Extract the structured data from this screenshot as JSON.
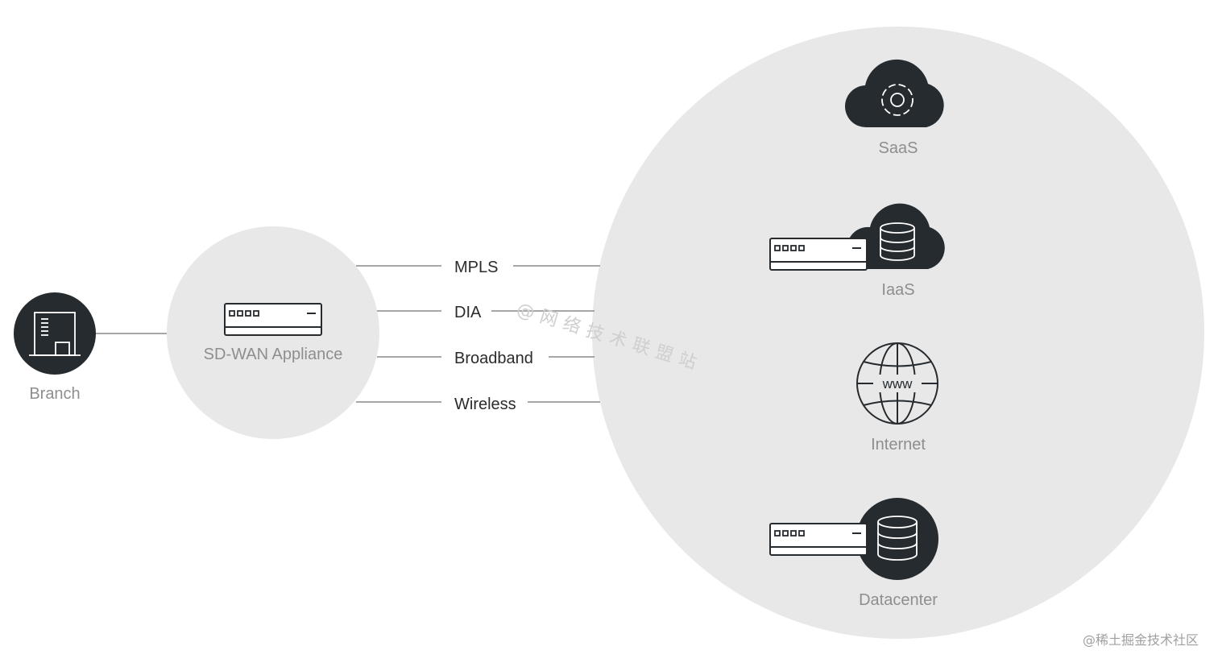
{
  "nodes": {
    "branch": "Branch",
    "appliance": "SD-WAN Appliance",
    "saas": "SaaS",
    "iaas": "IaaS",
    "internet": "Internet",
    "datacenter": "Datacenter"
  },
  "links": [
    "MPLS",
    "DIA",
    "Broadband",
    "Wireless"
  ],
  "internet_icon_text": "www",
  "watermark": "@网络技术联盟站",
  "credit": "@稀土掘金技术社区",
  "colors": {
    "icon_dark": "#262b2f",
    "circle_fill": "#e8e8e8",
    "line": "#8a8a8a",
    "label_gray": "#8e8e8e"
  }
}
